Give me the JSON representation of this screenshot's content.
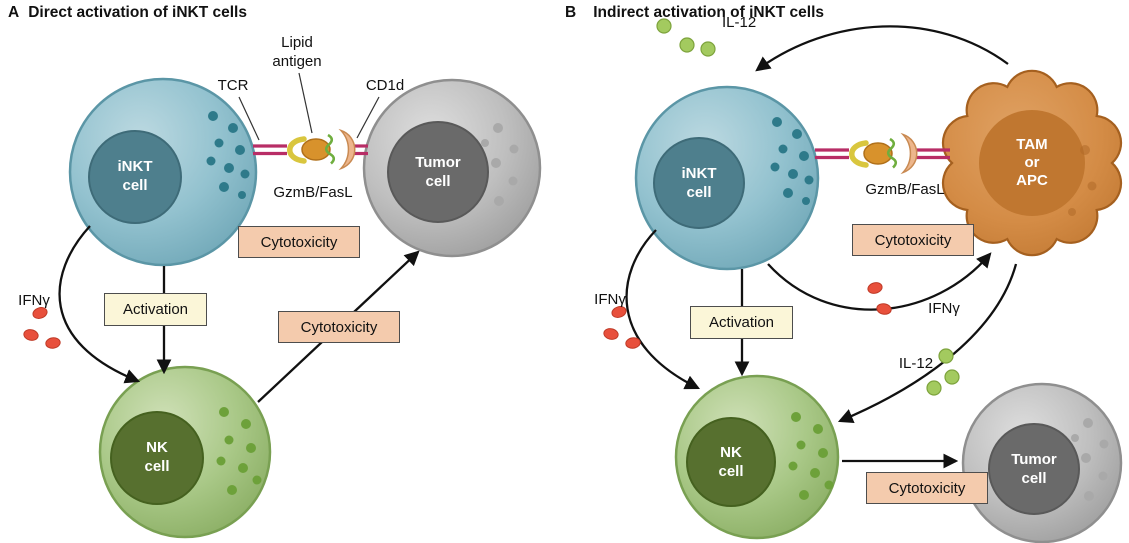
{
  "colors": {
    "inkt_cell": "#93c2cf",
    "inkt_nucleus": "#4e7f8d",
    "nk_cell": "#a9c887",
    "nk_nucleus": "#57702f",
    "tumor_cell": "#bfbfbf",
    "tumor_nucleus": "#6a6a6a",
    "tam_cell": "#d48c46",
    "cytotoxicity_box": "#f4cbad",
    "activation_box": "#fbf6d8",
    "ifng_dot": "#e8503c",
    "il12_dot": "#a3ca5f",
    "synapse_line": "#b82d66"
  },
  "panel_a": {
    "letter": "A",
    "title": "Direct activation of iNKT cells",
    "labels": {
      "tcr": "TCR",
      "lipid_antigen": "Lipid antigen",
      "cd1d": "CD1d",
      "gzmb_fasl": "GzmB/FasL",
      "ifng": "IFNγ",
      "cytotoxicity_top": "Cytotoxicity",
      "activation": "Activation",
      "cytotoxicity_bottom": "Cytotoxicity"
    },
    "cells": {
      "inkt": {
        "line1": "iNKT",
        "line2": "cell"
      },
      "tumor": {
        "line1": "Tumor",
        "line2": "cell"
      },
      "nk": {
        "line1": "NK",
        "line2": "cell"
      }
    }
  },
  "panel_b": {
    "letter": "B",
    "title": "Indirect activation of iNKT cells",
    "labels": {
      "il12_top": "IL-12",
      "gzmb_fasl": "GzmB/FasL",
      "cytotoxicity_top": "Cytotoxicity",
      "ifng_left": "IFNγ",
      "activation": "Activation",
      "ifng_right": "IFNγ",
      "il12_bottom": "IL-12",
      "cytotoxicity_bottom": "Cytotoxicity"
    },
    "cells": {
      "inkt": {
        "line1": "iNKT",
        "line2": "cell"
      },
      "tam": {
        "line1": "TAM",
        "line2": "or",
        "line3": "APC"
      },
      "nk": {
        "line1": "NK",
        "line2": "cell"
      },
      "tumor": {
        "line1": "Tumor",
        "line2": "cell"
      }
    }
  }
}
